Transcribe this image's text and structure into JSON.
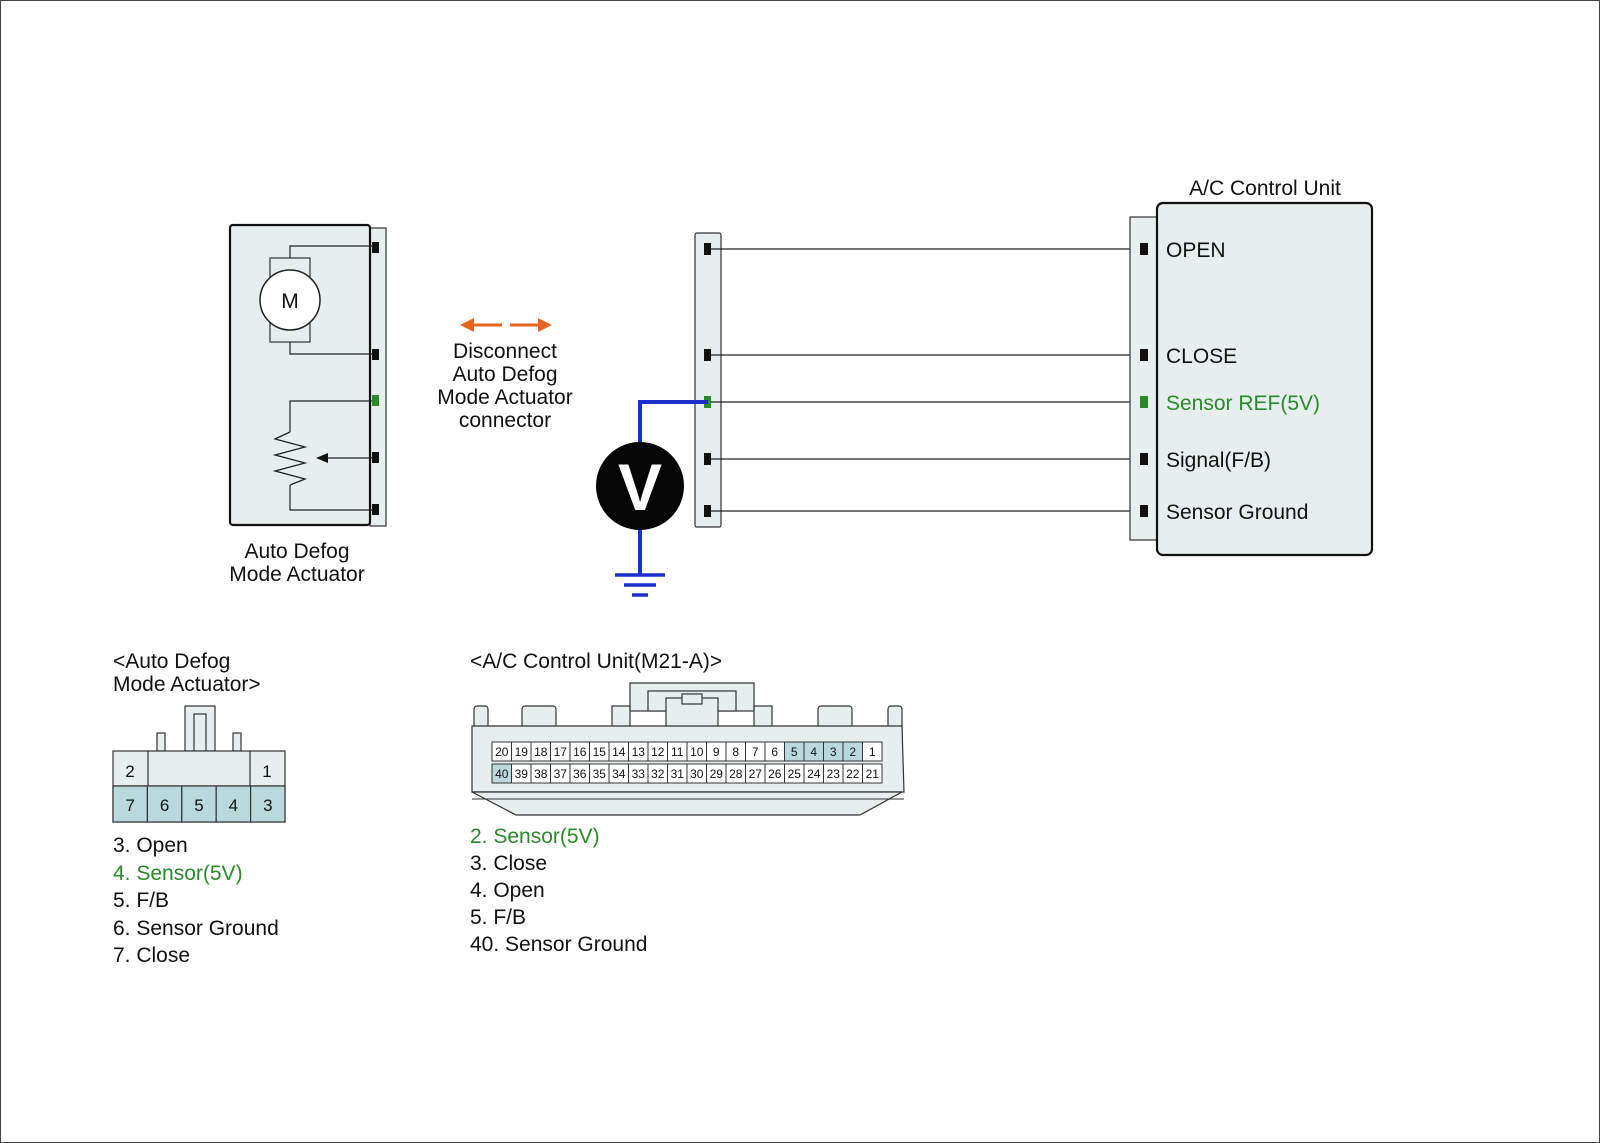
{
  "actuator": {
    "caption_lines": [
      "Auto Defog",
      "Mode Actuator"
    ],
    "motor_label": "M"
  },
  "disconnect": {
    "lines": [
      "Disconnect",
      "Auto Defog",
      "Mode Actuator",
      "connector"
    ]
  },
  "voltmeter": {
    "label": "V"
  },
  "control_unit": {
    "title": "A/C Control Unit",
    "terminals": [
      "OPEN",
      "CLOSE",
      "Sensor REF(5V)",
      "Signal(F/B)",
      "Sensor Ground"
    ]
  },
  "actuator_connector": {
    "title_lines": [
      "<Auto Defog",
      "Mode Actuator>"
    ],
    "top_pins": [
      "2",
      "1"
    ],
    "bottom_pins": [
      "7",
      "6",
      "5",
      "4",
      "3"
    ],
    "pin_list": [
      "3. Open",
      "4. Sensor(5V)",
      "5. F/B",
      "6. Sensor Ground",
      "7. Close"
    ]
  },
  "ecu_connector": {
    "title": "<A/C Control Unit(M21-A)>",
    "top_row": [
      "20",
      "19",
      "18",
      "17",
      "16",
      "15",
      "14",
      "13",
      "12",
      "11",
      "10",
      "9",
      "8",
      "7",
      "6",
      "5",
      "4",
      "3",
      "2",
      "1"
    ],
    "bottom_row": [
      "40",
      "39",
      "38",
      "37",
      "36",
      "35",
      "34",
      "33",
      "32",
      "31",
      "30",
      "29",
      "28",
      "27",
      "26",
      "25",
      "24",
      "23",
      "22",
      "21"
    ],
    "highlighted": [
      "2",
      "3",
      "4",
      "5",
      "40"
    ],
    "pin_list": [
      "2. Sensor(5V)",
      "3. Close",
      "4. Open",
      "5. F/B",
      "40. Sensor Ground"
    ]
  },
  "colors": {
    "wire_highlight": "#1a2ecc",
    "sensor_text": "#2a8a2a",
    "arrow": "#e8641e",
    "pin_fill": "#b9d9dc",
    "body_fill": "#e6eeee"
  }
}
